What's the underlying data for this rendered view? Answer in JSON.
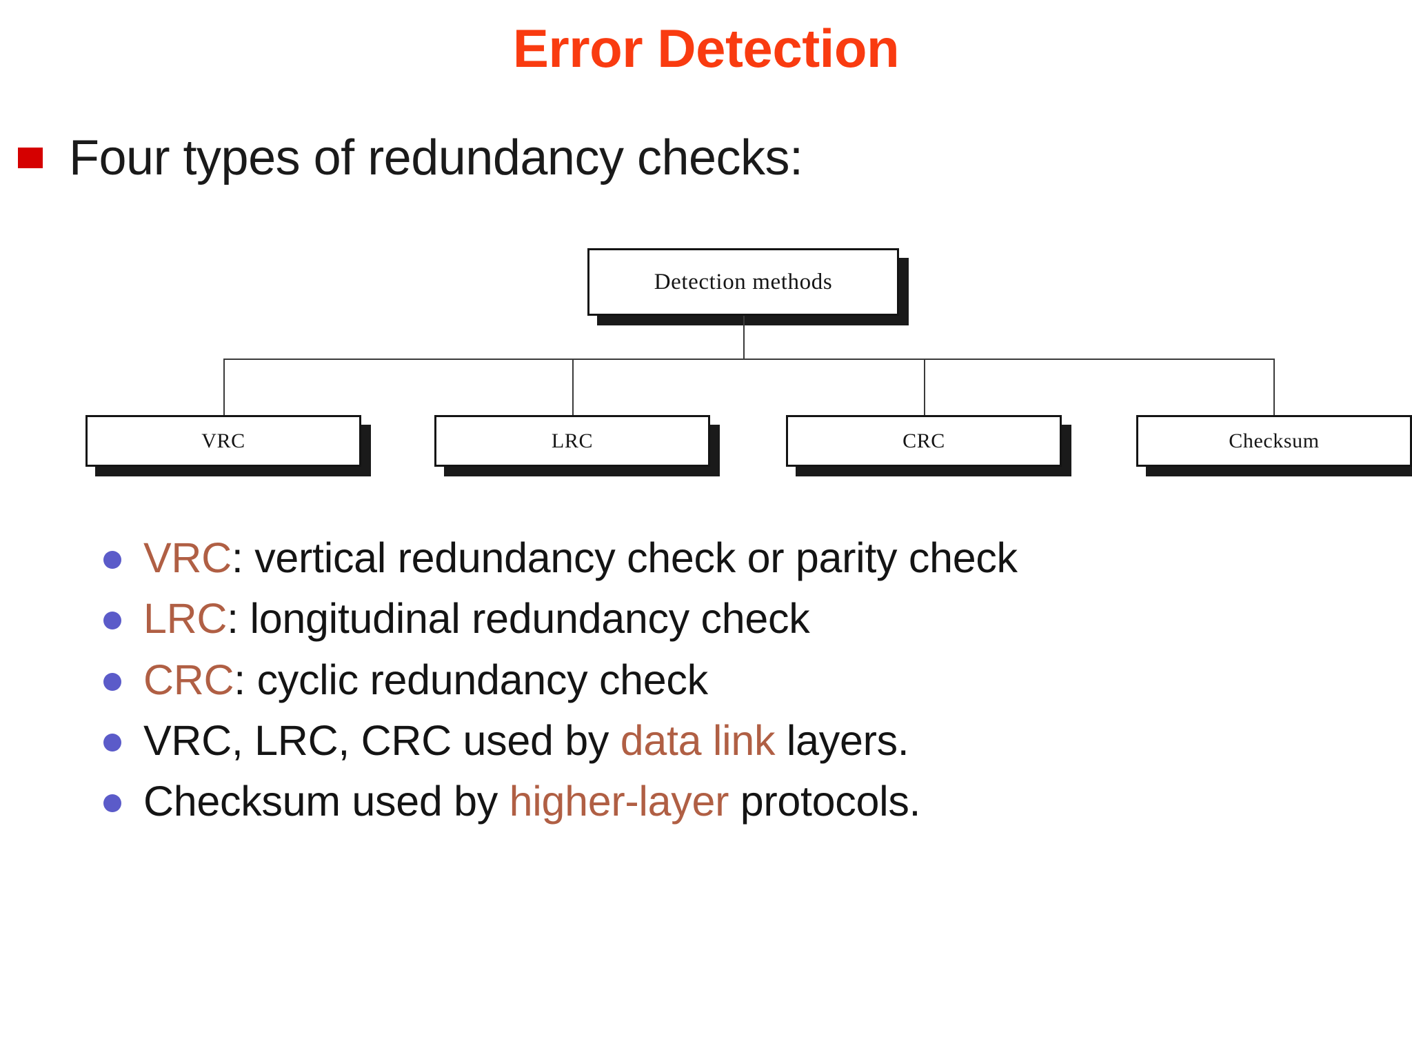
{
  "slide": {
    "title": "Error Detection",
    "title_color": "#F93B10",
    "lead": {
      "bullet_icon": "red-square-bullet",
      "bullet_color": "#D50000",
      "text": "Four types of redundancy checks:"
    }
  },
  "diagram": {
    "type": "tree",
    "root": {
      "label": "Detection methods"
    },
    "leaves": [
      {
        "label": "VRC"
      },
      {
        "label": "LRC"
      },
      {
        "label": "CRC"
      },
      {
        "label": "Checksum"
      }
    ]
  },
  "bullets": {
    "dot_color": "#5B5BC9",
    "keyword_color": "#B05F44",
    "items": [
      {
        "keyword": "VRC",
        "separator": ": ",
        "rest": "vertical redundancy check or parity check",
        "keyword_position": "start"
      },
      {
        "keyword": "LRC",
        "separator": ": ",
        "rest": "longitudinal redundancy check",
        "keyword_position": "start"
      },
      {
        "keyword": "CRC",
        "separator": ": ",
        "rest": "cyclic redundancy check",
        "keyword_position": "start"
      },
      {
        "prefix": "VRC, LRC, CRC used by ",
        "keyword": "data link",
        "rest": " layers.",
        "keyword_position": "middle"
      },
      {
        "prefix": "Checksum used by ",
        "keyword": "higher-layer",
        "rest": " protocols.",
        "keyword_position": "middle"
      }
    ]
  }
}
